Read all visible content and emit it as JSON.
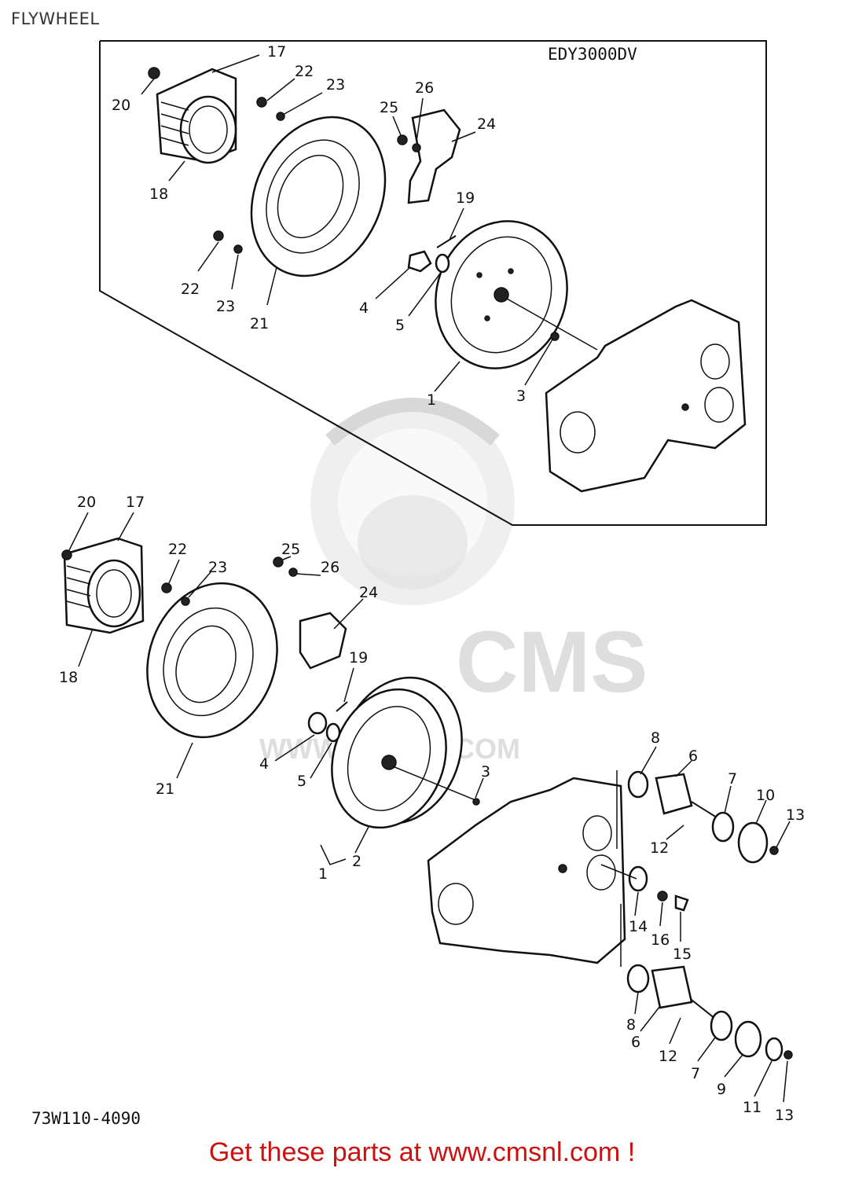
{
  "title": "FLYWHEEL",
  "model_label": "EDY3000DV",
  "diagram_code": "73W110-4090",
  "footer_text": "Get these parts at www.cmsnl.com !",
  "watermark": {
    "brand": "CMS",
    "url": "WWW.CMSNL.COM"
  },
  "callouts_top": {
    "c17": "17",
    "c20": "20",
    "c22a": "22",
    "c23a": "23",
    "c25": "25",
    "c26": "26",
    "c24": "24",
    "c18": "18",
    "c19": "19",
    "c22b": "22",
    "c23b": "23",
    "c21": "21",
    "c4": "4",
    "c5": "5",
    "c1": "1",
    "c3": "3"
  },
  "callouts_bottom": {
    "c20": "20",
    "c17": "17",
    "c22": "22",
    "c23": "23",
    "c25": "25",
    "c26": "26",
    "c24": "24",
    "c18": "18",
    "c19": "19",
    "c21": "21",
    "c4": "4",
    "c5": "5",
    "c3": "3",
    "c1": "1",
    "c2": "2",
    "c8a": "8",
    "c6a": "6",
    "c7a": "7",
    "c10": "10",
    "c13a": "13",
    "c12a": "12",
    "c14": "14",
    "c16": "16",
    "c15": "15",
    "c8b": "8",
    "c6b": "6",
    "c12b": "12",
    "c7b": "7",
    "c9": "9",
    "c11": "11",
    "c13b": "13"
  }
}
